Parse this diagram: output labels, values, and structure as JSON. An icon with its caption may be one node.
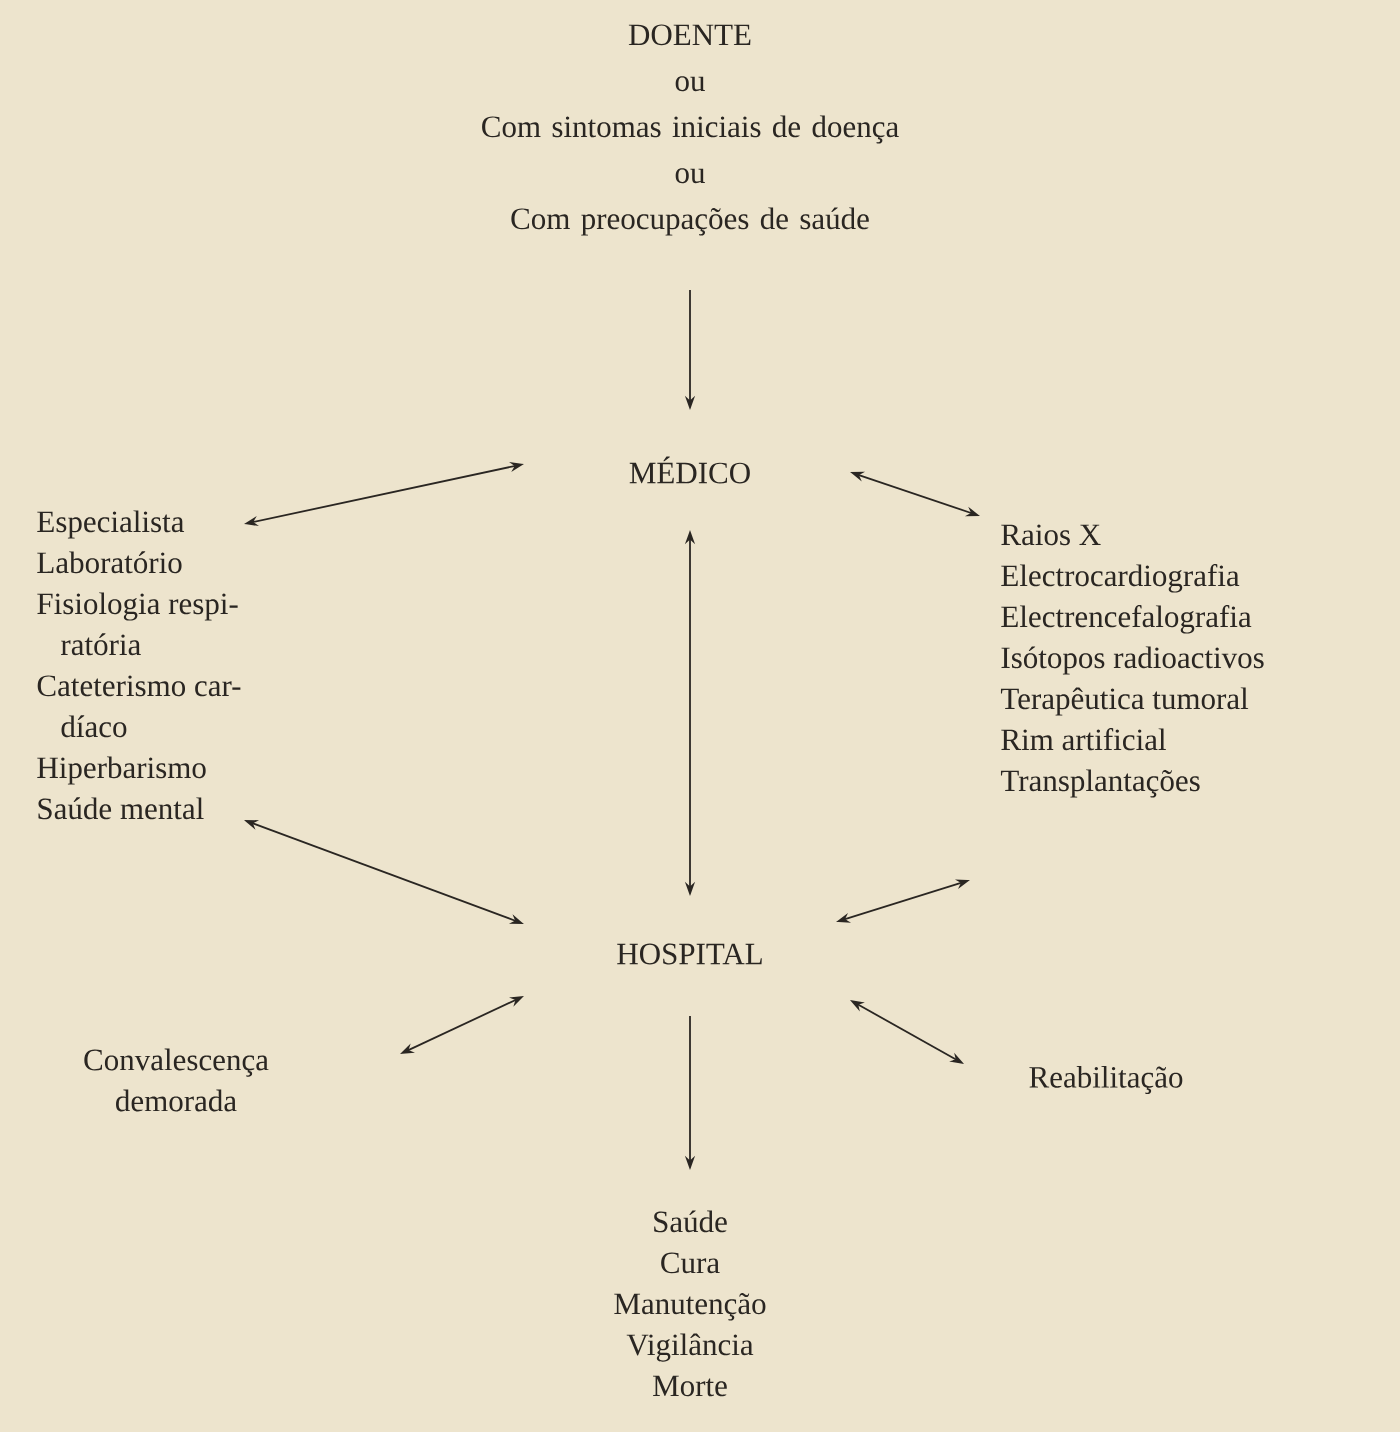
{
  "diagram": {
    "nodes": [
      {
        "text": [
          "DOENTE",
          "ou",
          "Com sintomas iniciais de doença",
          "ou",
          "Com preocupações de saúde"
        ]
      },
      {
        "text": [
          "MÉDICO"
        ]
      },
      {
        "text": [
          "Especialista",
          "Laboratório",
          "Fisiologia respi- ratória",
          "Cateterismo car- díaco",
          "Hiperbarismo",
          "Saúde mental"
        ]
      },
      {
        "text": [
          "Raios X",
          "Electrocardiografia",
          "Electrencefalografia",
          "Isótopos radioactivos",
          "Terapêutica tumoral",
          "Rim artificial",
          "Transplantações"
        ]
      },
      {
        "text": [
          "HOSPITAL"
        ]
      },
      {
        "text": [
          "Convalescença demorada"
        ]
      },
      {
        "text": [
          "Reabilitação"
        ]
      },
      {
        "text": [
          "Saúde",
          "Cura",
          "Manutenção",
          "Vigilância",
          "Morte"
        ]
      }
    ],
    "edges": [
      {
        "from": 0,
        "to": 1,
        "arrow": "to"
      },
      {
        "from": 2,
        "to": 1,
        "arrow": "both"
      },
      {
        "from": 1,
        "to": 3,
        "arrow": "both"
      },
      {
        "from": 1,
        "to": 4,
        "arrow": "both"
      },
      {
        "from": 2,
        "to": 4,
        "arrow": "both"
      },
      {
        "from": 3,
        "to": 4,
        "arrow": "both"
      },
      {
        "from": 5,
        "to": 4,
        "arrow": "both"
      },
      {
        "from": 4,
        "to": 6,
        "arrow": "both"
      },
      {
        "from": 4,
        "to": 7,
        "arrow": "to"
      }
    ]
  }
}
